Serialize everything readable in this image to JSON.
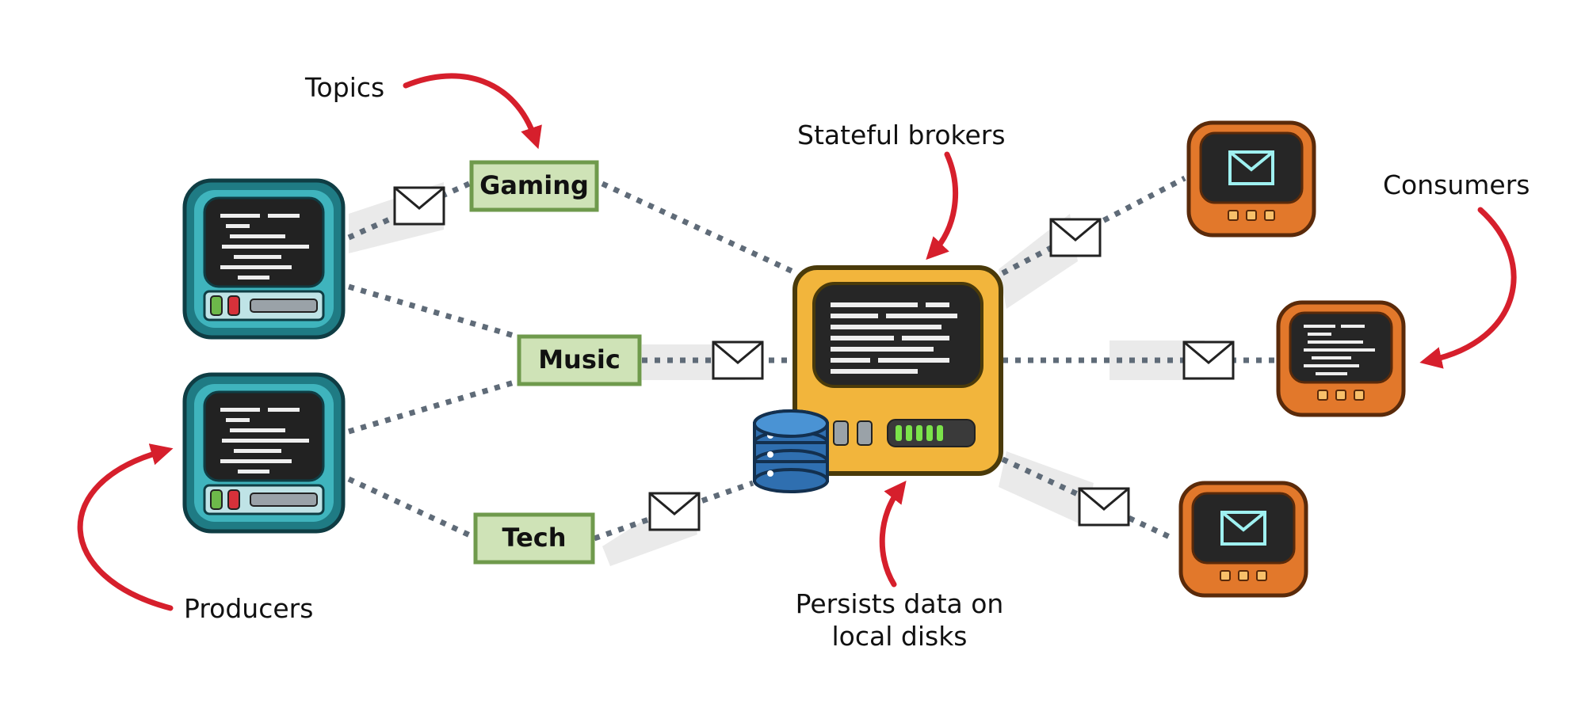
{
  "labels": {
    "topics": "Topics",
    "stateful_brokers": "Stateful brokers",
    "consumers": "Consumers",
    "producers": "Producers",
    "persists_line1": "Persists data on",
    "persists_line2": "local disks"
  },
  "topics": [
    "Gaming",
    "Music",
    "Tech"
  ],
  "colors": {
    "producer": "#2a9aa3",
    "broker": "#f2b53c",
    "consumer": "#e2782b",
    "topic_fill": "#cfe3b7",
    "topic_border": "#6f9a4c",
    "arrow": "#d61f2c",
    "database": "#2f6fb0",
    "connector": "#5f6b78"
  },
  "icons": {
    "producer": "terminal-computer-icon",
    "broker": "server-icon",
    "database": "database-icon",
    "message": "envelope-icon",
    "consumer_mail": "mail-screen-icon"
  }
}
